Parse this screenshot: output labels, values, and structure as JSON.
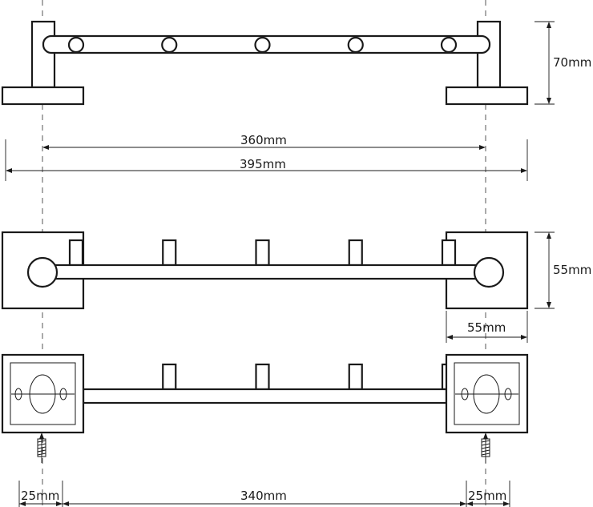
{
  "dimensions": {
    "top_height": "70mm",
    "inner_span": "360mm",
    "overall_width": "395mm",
    "base_height": "55mm",
    "base_width": "55mm",
    "edge_left": "25mm",
    "mount_span": "340mm",
    "edge_right": "25mm"
  },
  "views": {
    "hook_count": 5
  }
}
